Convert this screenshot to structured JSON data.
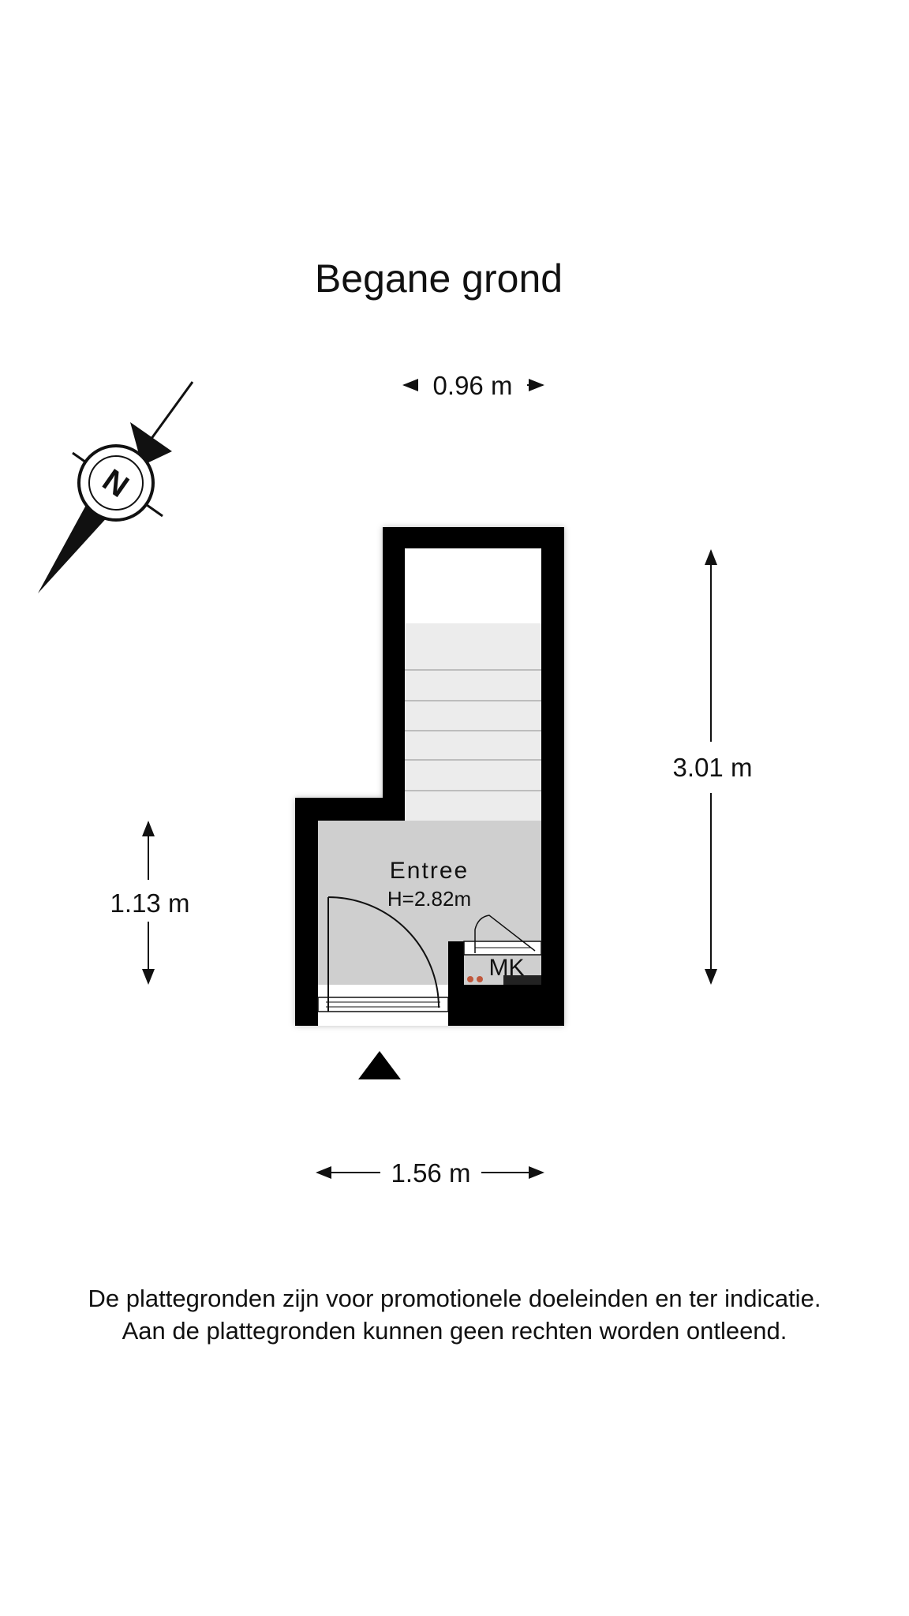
{
  "floor_title": "Begane grond",
  "dimensions": {
    "top_width": "0.96 m",
    "right_height": "3.01 m",
    "left_height": "1.13 m",
    "bottom_width": "1.56 m"
  },
  "rooms": [
    {
      "name": "Entree",
      "height": "H=2.82m"
    },
    {
      "name": "MK"
    }
  ],
  "compass": {
    "label": "N"
  },
  "colors": {
    "wall": "#000000",
    "floor": "#cfcfcf",
    "stairs": "#ececec"
  },
  "disclaimer": {
    "line1": "De plattegronden zijn voor promotionele doeleinden en ter indicatie.",
    "line2": "Aan de plattegronden kunnen geen rechten worden ontleend."
  }
}
